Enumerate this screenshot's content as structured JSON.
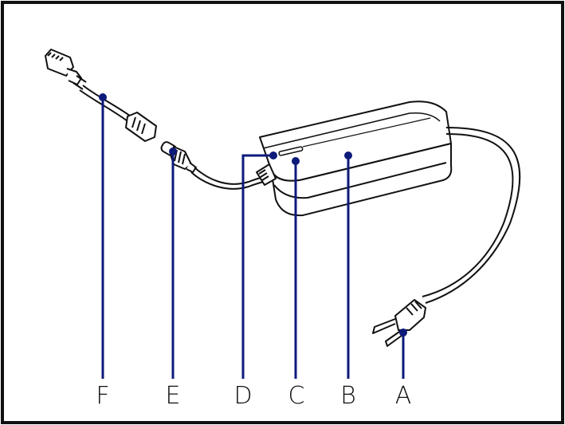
{
  "diagram": {
    "frame_color": "#111111",
    "callout_color": "#0d1a7a",
    "callouts": [
      {
        "id": "F",
        "label": "F",
        "part": "connector-adapter-cable"
      },
      {
        "id": "E",
        "label": "E",
        "part": "output-plug"
      },
      {
        "id": "D",
        "label": "D",
        "part": "output-cable-port"
      },
      {
        "id": "C",
        "label": "C",
        "part": "status-indicator"
      },
      {
        "id": "B",
        "label": "B",
        "part": "power-adapter-body"
      },
      {
        "id": "A",
        "label": "A",
        "part": "mains-plug"
      }
    ]
  }
}
